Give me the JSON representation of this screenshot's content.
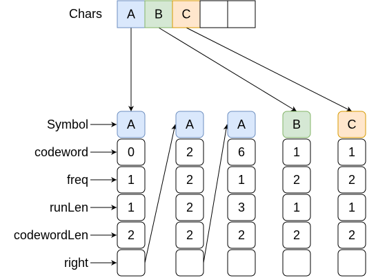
{
  "colors": {
    "blue": "#dae8fc",
    "blue_border": "#6c8ebf",
    "green": "#d5e8d4",
    "green_border": "#82b366",
    "orange": "#ffe6cc",
    "orange_border": "#d79b00",
    "white": "#ffffff",
    "black": "#000000"
  },
  "chars": {
    "label": "Chars",
    "cells": [
      {
        "text": "A",
        "fill": "blue"
      },
      {
        "text": "B",
        "fill": "green"
      },
      {
        "text": "C",
        "fill": "orange"
      },
      {
        "text": "",
        "fill": "white"
      },
      {
        "text": "",
        "fill": "white"
      }
    ]
  },
  "row_labels": [
    "Symbol",
    "codeword",
    "freq",
    "runLen",
    "codewordLen",
    "right"
  ],
  "nodes": [
    {
      "symbol": "A",
      "fill": "blue",
      "codeword": "0",
      "freq": "1",
      "runLen": "1",
      "codewordLen": "2",
      "right": ""
    },
    {
      "symbol": "A",
      "fill": "blue",
      "codeword": "2",
      "freq": "2",
      "runLen": "2",
      "codewordLen": "2",
      "right": ""
    },
    {
      "symbol": "A",
      "fill": "blue",
      "codeword": "6",
      "freq": "1",
      "runLen": "3",
      "codewordLen": "2",
      "right": ""
    },
    {
      "symbol": "B",
      "fill": "green",
      "codeword": "1",
      "freq": "2",
      "runLen": "1",
      "codewordLen": "2",
      "right": ""
    },
    {
      "symbol": "C",
      "fill": "orange",
      "codeword": "1",
      "freq": "2",
      "runLen": "1",
      "codewordLen": "2",
      "right": ""
    }
  ],
  "links": {
    "chars_to_nodes": [
      [
        0,
        0
      ],
      [
        1,
        3
      ],
      [
        2,
        4
      ]
    ],
    "right_to_symbol": [
      [
        0,
        1
      ],
      [
        1,
        2
      ]
    ]
  }
}
